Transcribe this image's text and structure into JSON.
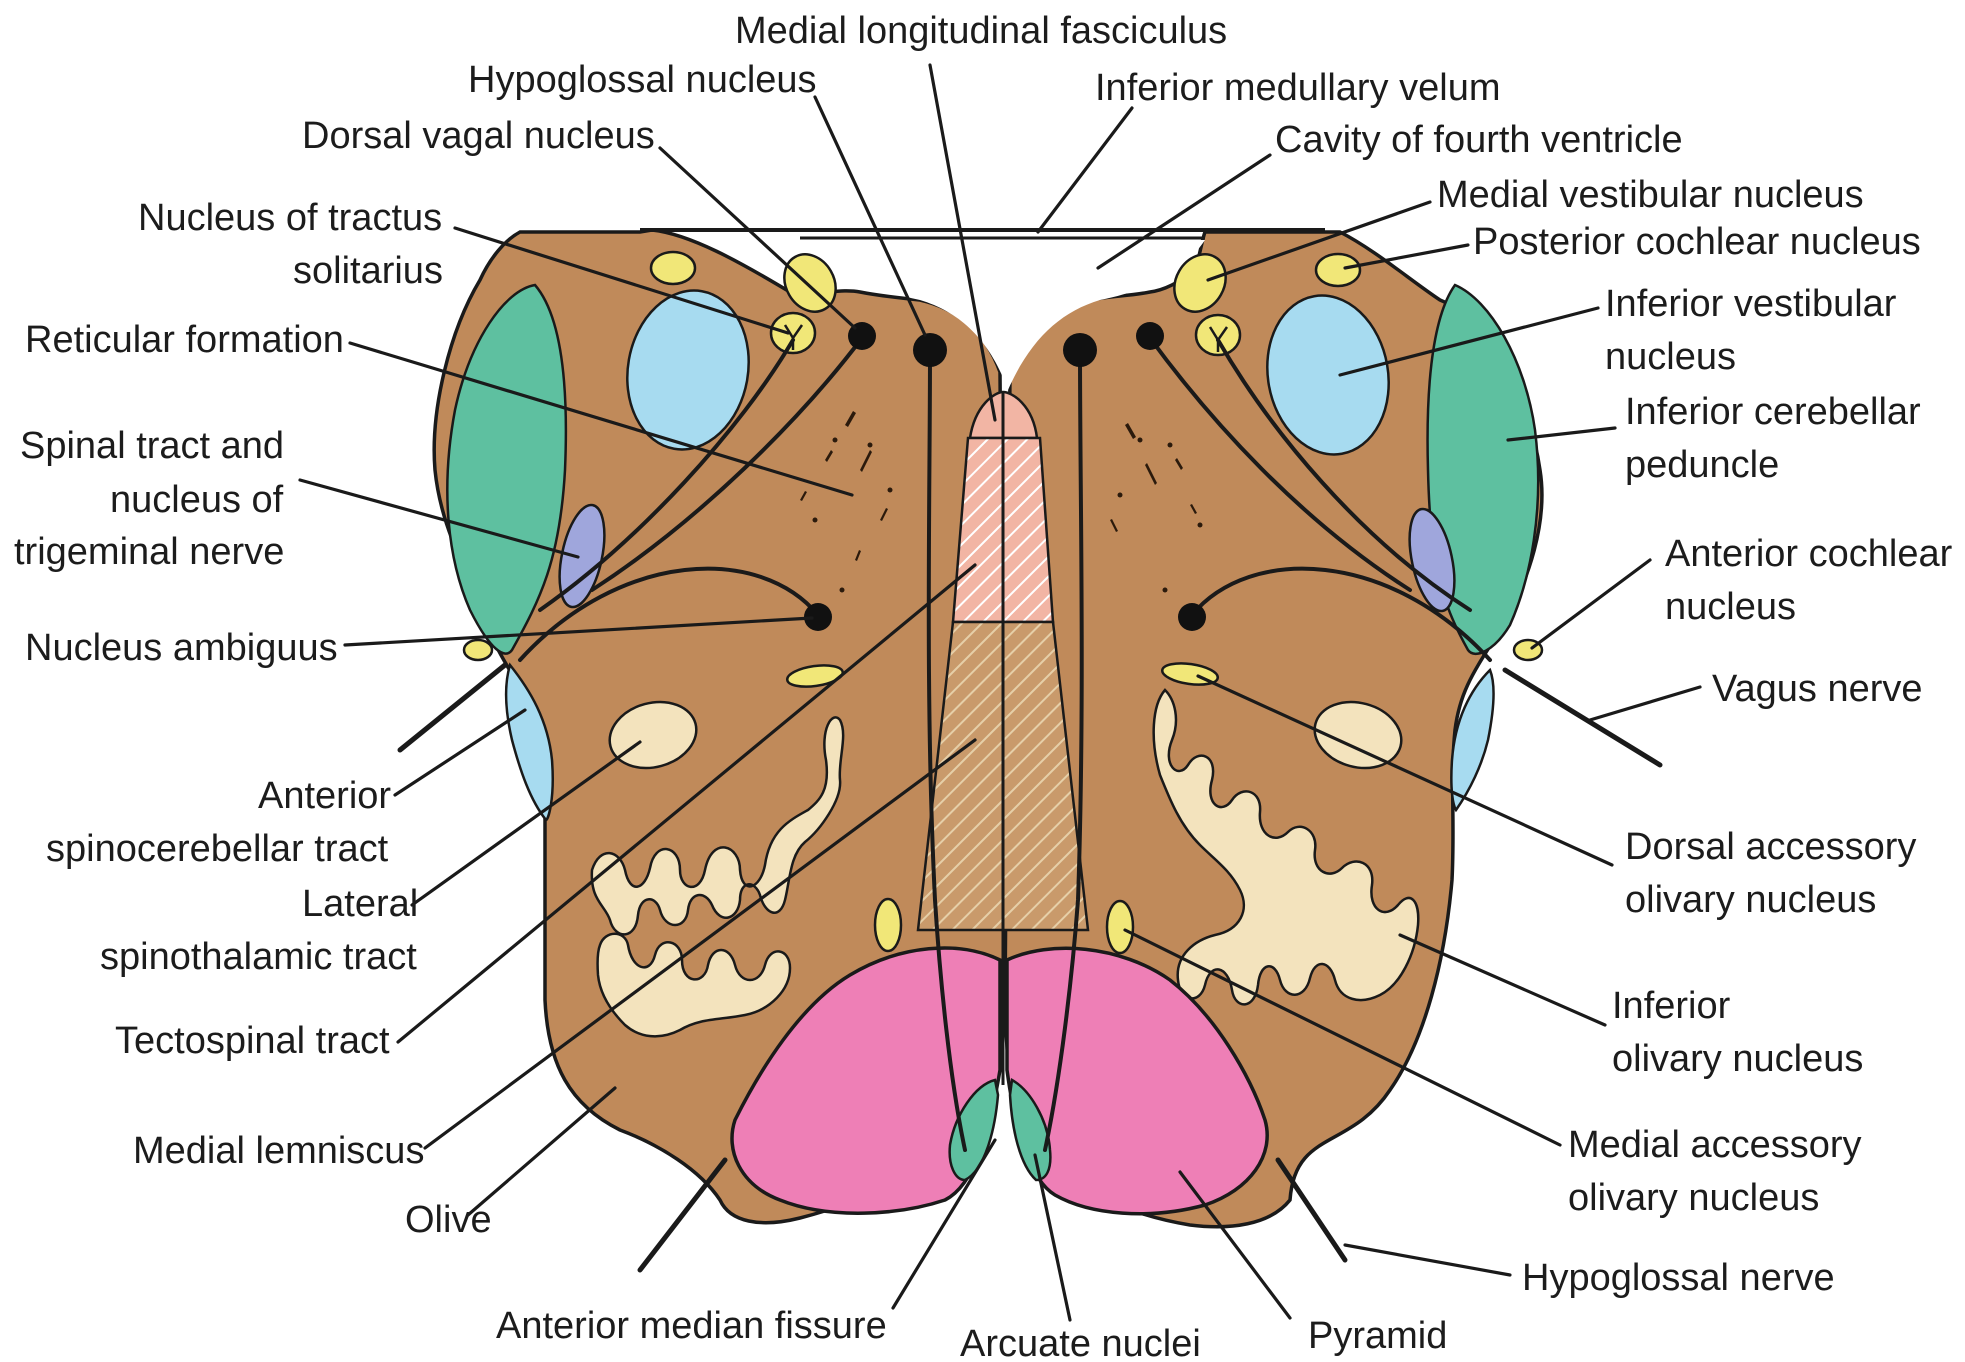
{
  "colors": {
    "background": "#ffffff",
    "tissue": "#c08a5a",
    "cerebellar_peduncle": "#5ec0a0",
    "vestibular": "#a7dbf0",
    "trigeminal": "#9fa6dc",
    "small_nuclei": "#f1e778",
    "olivary": "#f3e3bd",
    "pyramid": "#ee7fb6",
    "lemniscus_upper": "#f2b5a4",
    "lemniscus_lower": "#c99a6b",
    "outline": "#1a1a1a"
  },
  "labels": {
    "medial_longitudinal_fasciculus": "Medial longitudinal fasciculus",
    "hypoglossal_nucleus": "Hypoglossal nucleus",
    "inferior_medullary_velum": "Inferior medullary velum",
    "dorsal_vagal_nucleus": "Dorsal vagal nucleus",
    "cavity_of_fourth_ventricle": "Cavity of fourth ventricle",
    "medial_vestibular_nucleus": "Medial vestibular nucleus",
    "nucleus_tractus_solitarius": [
      "Nucleus of tractus",
      "solitarius"
    ],
    "posterior_cochlear_nucleus": "Posterior cochlear nucleus",
    "reticular_formation": "Reticular formation",
    "inferior_vestibular_nucleus": [
      "Inferior vestibular",
      "nucleus"
    ],
    "spinal_tract_trigeminal": [
      "Spinal tract and",
      "nucleus of",
      "trigeminal nerve"
    ],
    "inferior_cerebellar_peduncle": [
      "Inferior cerebellar",
      "peduncle"
    ],
    "anterior_cochlear_nucleus": [
      "Anterior cochlear",
      "nucleus"
    ],
    "nucleus_ambiguus": "Nucleus ambiguus",
    "vagus_nerve": "Vagus nerve",
    "anterior_spinocerebellar_tract": [
      "Anterior",
      "spinocerebellar tract"
    ],
    "dorsal_accessory_olivary_nucleus": [
      "Dorsal accessory",
      "olivary nucleus"
    ],
    "lateral_spinothalamic_tract": [
      "Lateral",
      "spinothalamic tract"
    ],
    "inferior_olivary_nucleus": [
      "Inferior",
      "olivary nucleus"
    ],
    "tectospinal_tract": "Tectospinal tract",
    "medial_accessory_olivary_nucleus": [
      "Medial accessory",
      "olivary nucleus"
    ],
    "medial_lemniscus": "Medial lemniscus",
    "olive": "Olive",
    "hypoglossal_nerve": "Hypoglossal nerve",
    "anterior_median_fissure": "Anterior median fissure",
    "arcuate_nuclei": "Arcuate nuclei",
    "pyramid": "Pyramid"
  }
}
